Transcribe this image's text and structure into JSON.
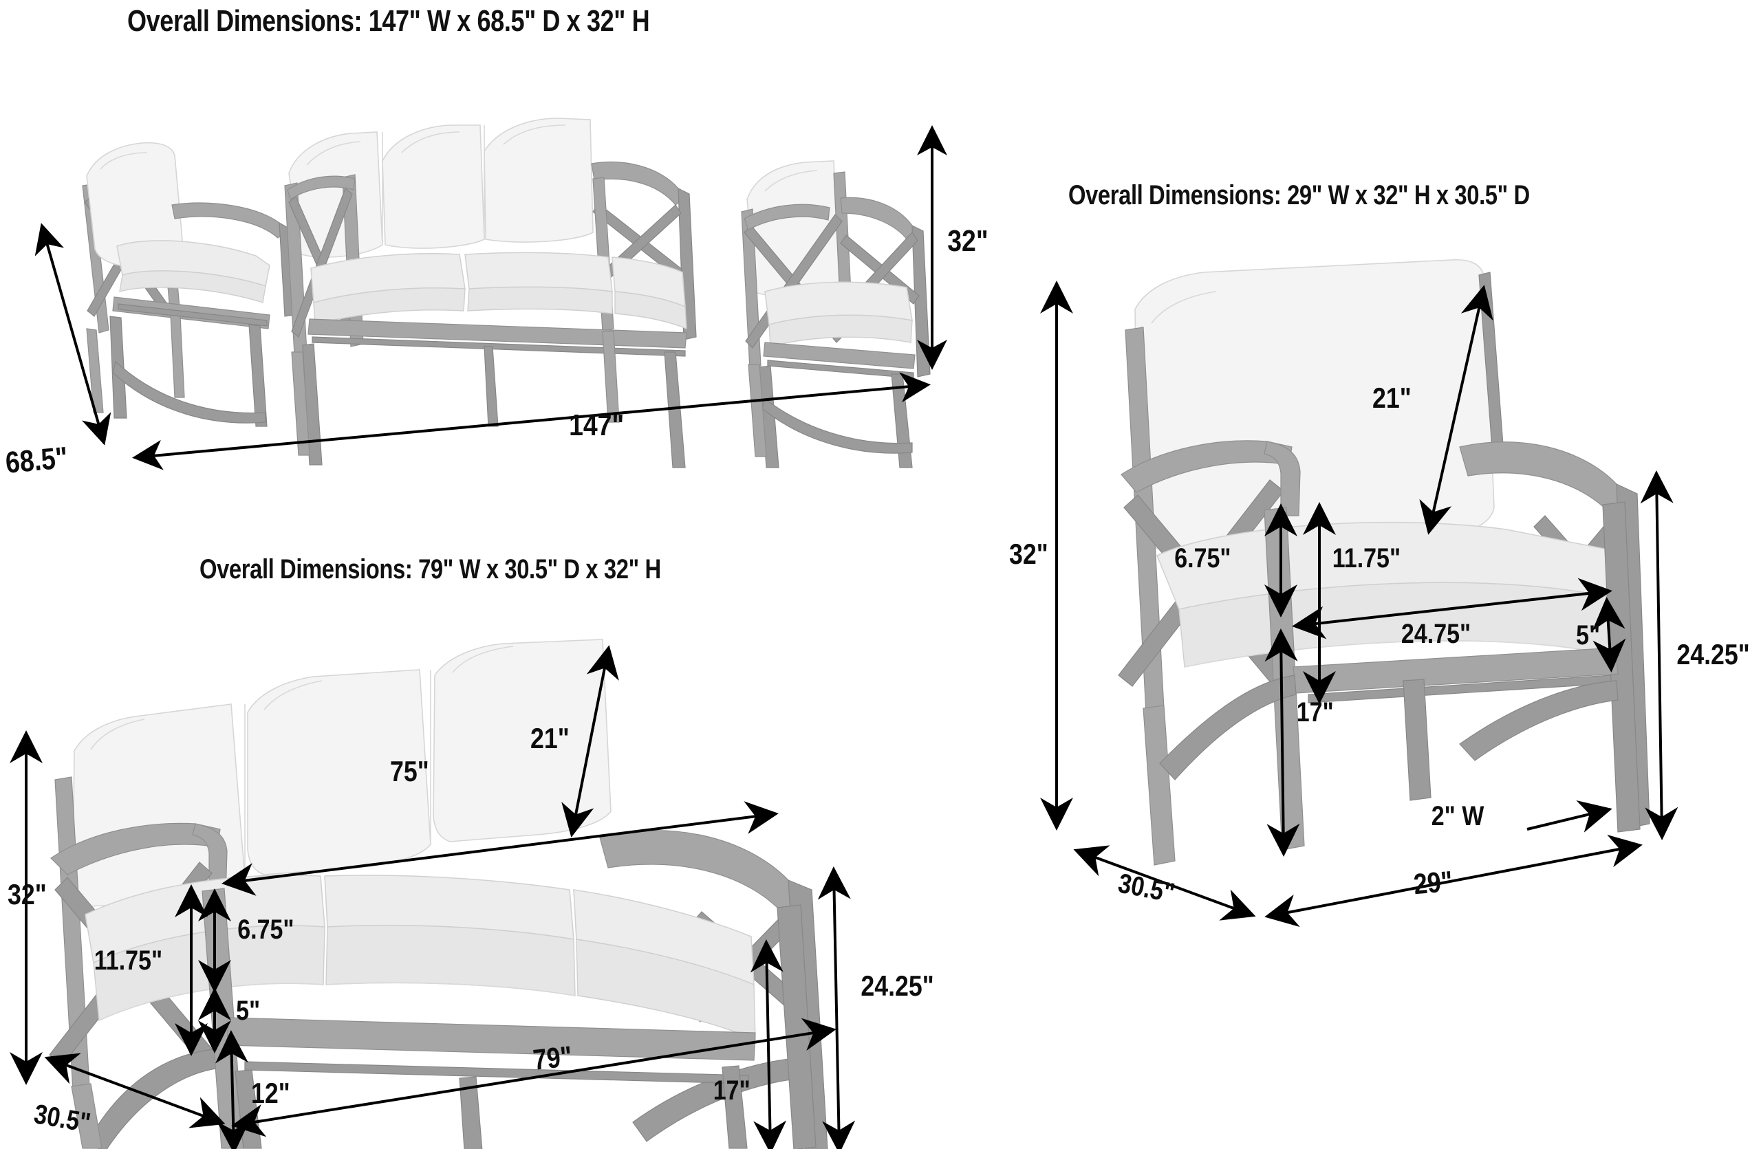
{
  "page": {
    "background_color": "#ffffff",
    "text_color": "#0d0d0d",
    "frame_color": "#a6a6a6",
    "cushion_color": "#f4f4f4",
    "dimension_line_color": "#000000"
  },
  "panels": {
    "set": {
      "title": "Overall Dimensions: 147\" W x 68.5\" D x 32\" H",
      "dimensions": {
        "height": "32\"",
        "width": "147\"",
        "depth": "68.5\""
      },
      "pieces": [
        "armchair-left",
        "sofa-center",
        "armchair-right"
      ]
    },
    "chair": {
      "title": "Overall Dimensions: 29\" W x 32\" H x 30.5\" D",
      "dimensions": {
        "overall_height": "32\"",
        "back_cushion_height": "21\"",
        "arm_to_seat_gap": "6.75\"",
        "seat_back_height": "11.75\"",
        "seat_depth": "24.75\"",
        "seat_cushion_thickness": "5\"",
        "seat_height": "17\"",
        "arm_height": "24.25\"",
        "frame_tube_width": "2\" W",
        "overall_depth": "30.5\"",
        "overall_width": "29\""
      }
    },
    "sofa": {
      "title": "Overall Dimensions: 79\" W x 30.5\" D x 32\" H",
      "dimensions": {
        "overall_height": "32\"",
        "back_cushion_height": "21\"",
        "inside_width": "75\"",
        "arm_to_seat_gap": "6.75\"",
        "seat_back_height": "11.75\"",
        "seat_cushion_thickness": "5\"",
        "arm_height": "24.25\"",
        "seat_height": "17\"",
        "clearance_under_frame": "12\"",
        "overall_depth": "30.5\"",
        "overall_width": "79\""
      }
    }
  },
  "chart_data": {
    "type": "table",
    "title": "Outdoor Furniture Set Dimension Diagram",
    "items": [
      {
        "name": "3-Piece Set",
        "title": "Overall Dimensions: 147\" W x 68.5\" D x 32\" H",
        "measurements": [
          {
            "label": "147\"",
            "value": 147,
            "unit": "in",
            "axis": "width"
          },
          {
            "label": "68.5\"",
            "value": 68.5,
            "unit": "in",
            "axis": "depth"
          },
          {
            "label": "32\"",
            "value": 32,
            "unit": "in",
            "axis": "height"
          }
        ]
      },
      {
        "name": "Arm Chair",
        "title": "Overall Dimensions: 29\" W x 32\" H x 30.5\" D",
        "measurements": [
          {
            "label": "32\"",
            "value": 32,
            "unit": "in",
            "axis": "overall height"
          },
          {
            "label": "21\"",
            "value": 21,
            "unit": "in",
            "axis": "back cushion height"
          },
          {
            "label": "6.75\"",
            "value": 6.75,
            "unit": "in",
            "axis": "arm to seat gap"
          },
          {
            "label": "11.75\"",
            "value": 11.75,
            "unit": "in",
            "axis": "seat back height"
          },
          {
            "label": "24.75\"",
            "value": 24.75,
            "unit": "in",
            "axis": "seat depth"
          },
          {
            "label": "5\"",
            "value": 5,
            "unit": "in",
            "axis": "seat cushion thickness"
          },
          {
            "label": "17\"",
            "value": 17,
            "unit": "in",
            "axis": "seat height"
          },
          {
            "label": "24.25\"",
            "value": 24.25,
            "unit": "in",
            "axis": "arm height"
          },
          {
            "label": "2\" W",
            "value": 2,
            "unit": "in",
            "axis": "frame tube width"
          },
          {
            "label": "30.5\"",
            "value": 30.5,
            "unit": "in",
            "axis": "overall depth"
          },
          {
            "label": "29\"",
            "value": 29,
            "unit": "in",
            "axis": "overall width"
          }
        ]
      },
      {
        "name": "Sofa",
        "title": "Overall Dimensions: 79\" W x 30.5\" D x 32\" H",
        "measurements": [
          {
            "label": "32\"",
            "value": 32,
            "unit": "in",
            "axis": "overall height"
          },
          {
            "label": "21\"",
            "value": 21,
            "unit": "in",
            "axis": "back cushion height"
          },
          {
            "label": "75\"",
            "value": 75,
            "unit": "in",
            "axis": "inside width"
          },
          {
            "label": "6.75\"",
            "value": 6.75,
            "unit": "in",
            "axis": "arm to seat gap"
          },
          {
            "label": "11.75\"",
            "value": 11.75,
            "unit": "in",
            "axis": "seat back height"
          },
          {
            "label": "5\"",
            "value": 5,
            "unit": "in",
            "axis": "seat cushion thickness"
          },
          {
            "label": "24.25\"",
            "value": 24.25,
            "unit": "in",
            "axis": "arm height"
          },
          {
            "label": "17\"",
            "value": 17,
            "unit": "in",
            "axis": "seat height"
          },
          {
            "label": "12\"",
            "value": 12,
            "unit": "in",
            "axis": "clearance under frame"
          },
          {
            "label": "30.5\"",
            "value": 30.5,
            "unit": "in",
            "axis": "overall depth"
          },
          {
            "label": "79\"",
            "value": 79,
            "unit": "in",
            "axis": "overall width"
          }
        ]
      }
    ]
  }
}
